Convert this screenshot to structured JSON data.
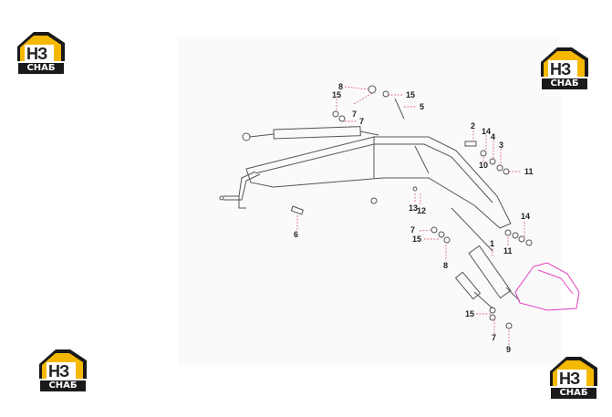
{
  "logos": [
    {
      "id": "top-left",
      "mark": "НЗ",
      "text": "СНАБ"
    },
    {
      "id": "top-right",
      "mark": "НЗ",
      "text": "СНАБ"
    },
    {
      "id": "bottom-left",
      "mark": "НЗ",
      "text": "СНАБ"
    },
    {
      "id": "bottom-right",
      "mark": "НЗ",
      "text": "СНАБ"
    }
  ],
  "callouts": [
    "8",
    "15",
    "15",
    "7",
    "5",
    "7",
    "2",
    "14",
    "4",
    "3",
    "10",
    "11",
    "13",
    "12",
    "7",
    "15",
    "6",
    "8",
    "11",
    "1",
    "14",
    "15",
    "7",
    "9"
  ],
  "colors": {
    "logo_yellow": "#f5b800",
    "logo_dark": "#1a1a1a",
    "line": "#555555",
    "leader": "#d94a5a",
    "bucket": "#e040c0"
  }
}
